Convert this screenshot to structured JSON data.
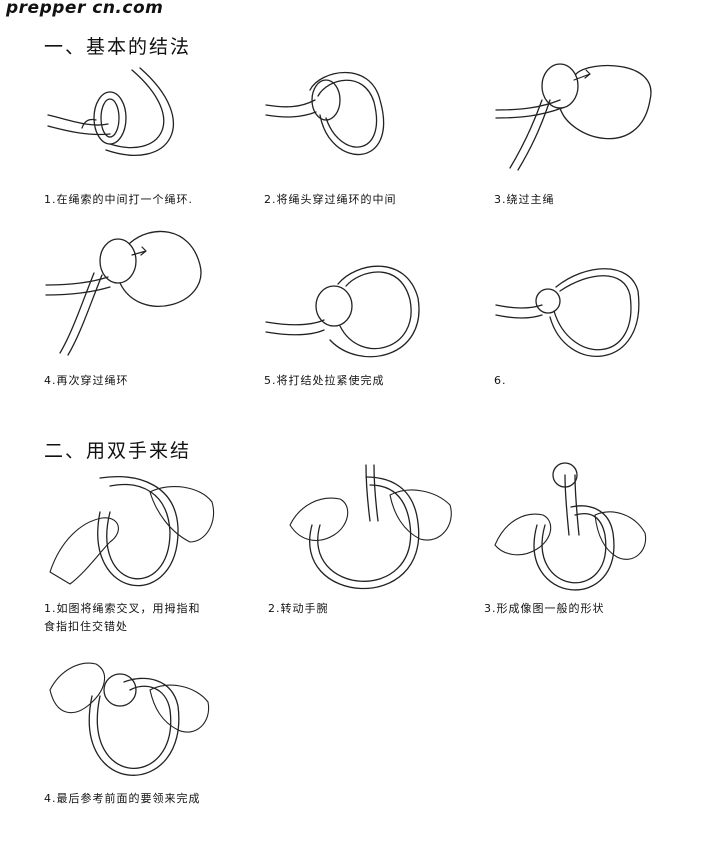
{
  "site": "prepper cn.com",
  "section1": {
    "title": "一、基本的结法",
    "steps": [
      "1.在绳索的中间打一个绳环.",
      "2.将绳头穿过绳环的中间",
      "3.绕过主绳",
      "4.再次穿过绳环",
      "5.将打结处拉紧使完成",
      "6."
    ]
  },
  "section2": {
    "title": "二、用双手来结",
    "steps": [
      "1.如图将绳索交叉，用拇指和",
      "食指扣住交错处",
      "2.转动手腕",
      "3.形成像图一般的形状",
      "4.最后参考前面的要领来完成"
    ]
  },
  "colors": {
    "ink": "#222222",
    "background": "#ffffff"
  }
}
